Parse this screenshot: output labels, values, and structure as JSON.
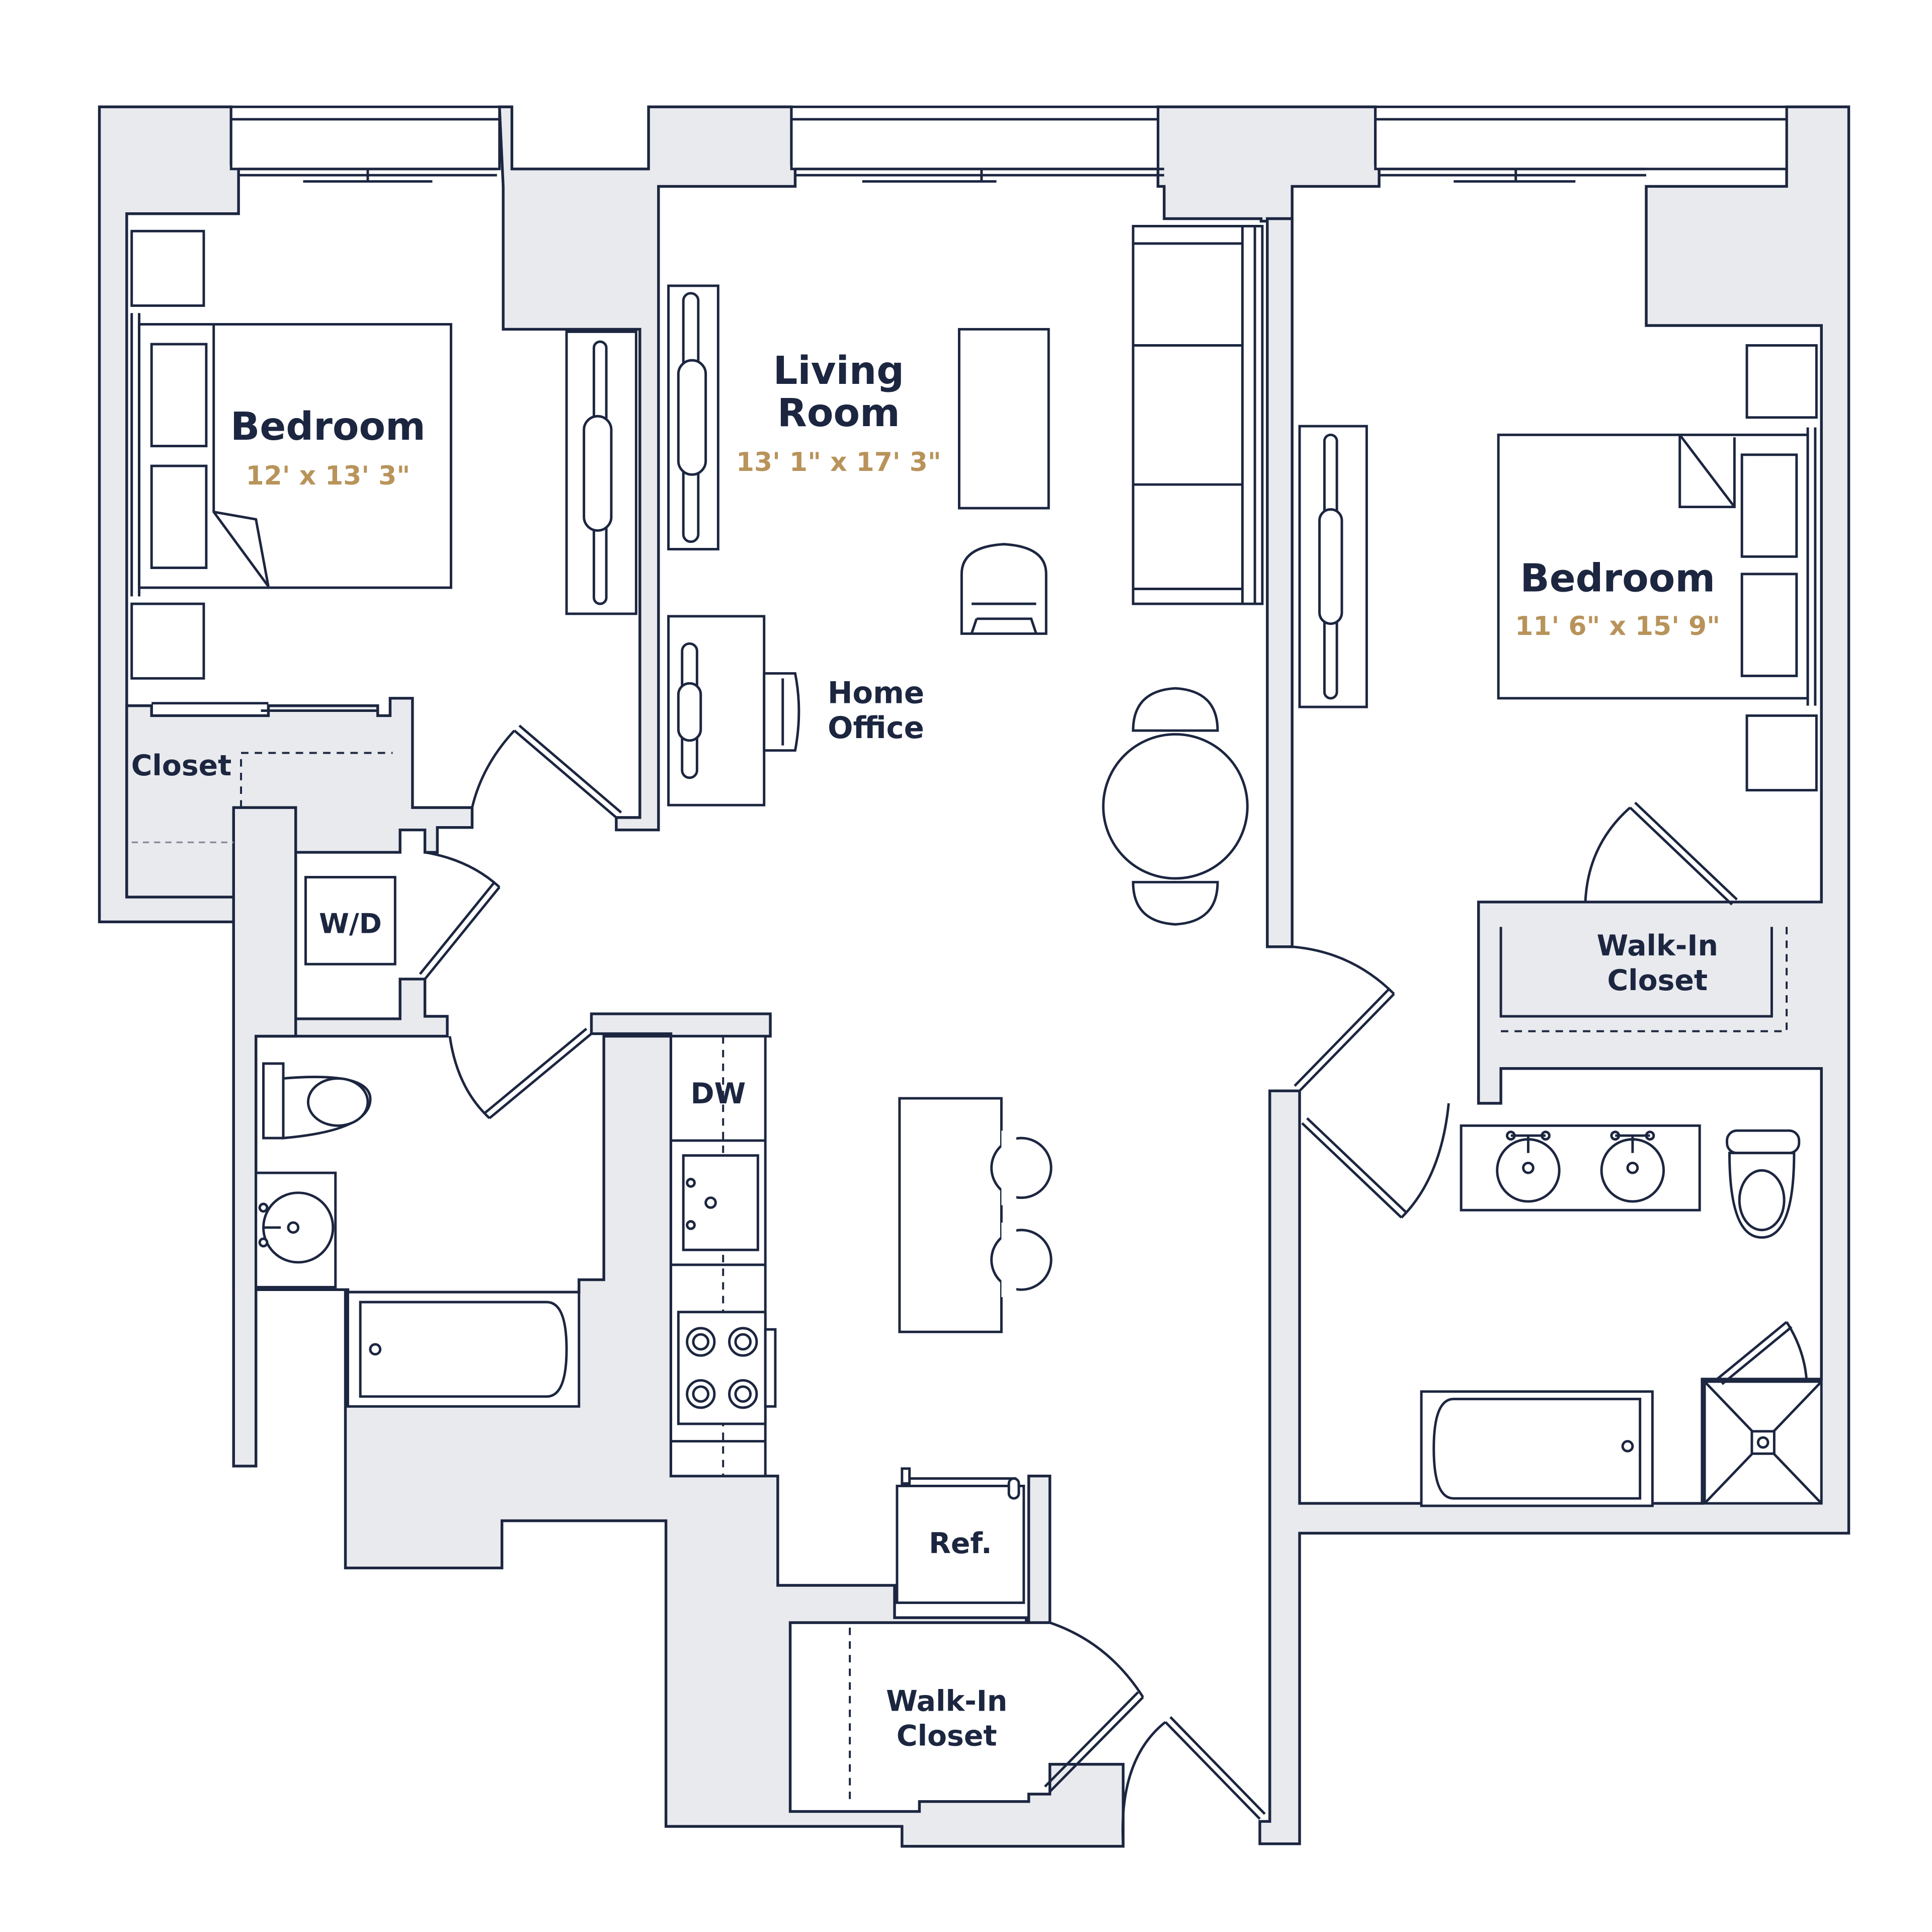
{
  "colors": {
    "wall": "#e9eaee",
    "line": "#1c2640",
    "text": "#1c2640",
    "accent": "#b8935a",
    "background": "#ffffff"
  },
  "rooms": {
    "bedroom_left": {
      "name": "Bedroom",
      "dims": "12' x 13' 3\""
    },
    "living": {
      "name_line1": "Living",
      "name_line2": "Room",
      "dims": "13' 1\" x 17' 3\""
    },
    "home_office": {
      "line1": "Home",
      "line2": "Office"
    },
    "bedroom_right": {
      "name": "Bedroom",
      "dims": "11' 6\" x 15' 9\""
    },
    "closet": {
      "name": "Closet"
    },
    "wd": {
      "name": "W/D"
    },
    "walkin_right": {
      "line1": "Walk-In",
      "line2": "Closet"
    },
    "dw": {
      "name": "DW"
    },
    "ref": {
      "name": "Ref."
    },
    "walkin_bottom": {
      "line1": "Walk-In",
      "line2": "Closet"
    }
  }
}
